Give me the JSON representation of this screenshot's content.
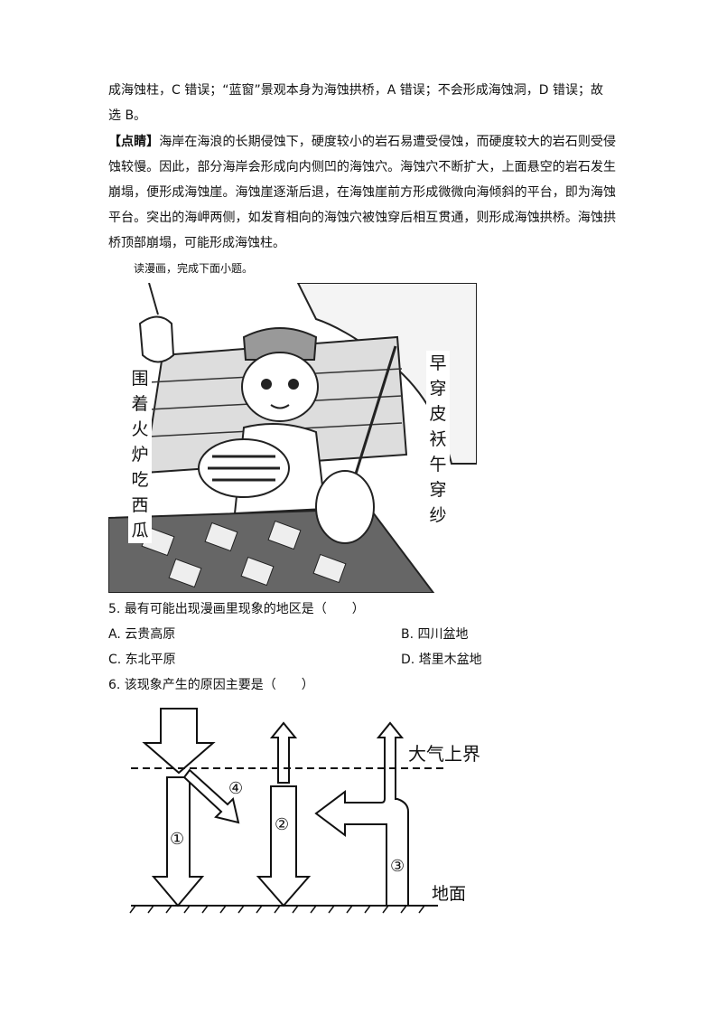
{
  "explanation": {
    "line1": "成海蚀柱，C 错误；“蓝窗”景观本身为海蚀拱桥，A 错误；不会形成海蚀洞，D 错误；故",
    "line2": "选 B。",
    "tip_label": "【点睛】",
    "tip_text": "海岸在海浪的长期侵蚀下，硬度较小的岩石易遭受侵蚀，而硬度较大的岩石则受侵蚀较慢。因此，部分海岸会形成向内侧凹的海蚀穴。海蚀穴不断扩大，上面悬空的岩石发生崩塌，便形成海蚀崖。海蚀崖逐渐后退，在海蚀崖前方形成微微向海倾斜的平台，即为海蚀平台。突出的海岬两侧，如发育相向的海蚀穴被蚀穿后相互贯通，则形成海蚀拱桥。海蚀拱桥顶部崩塌，可能形成海蚀柱。"
  },
  "instruction": "读漫画，完成下面小题。",
  "cartoon": {
    "left_caption": [
      "围",
      "着",
      "火",
      "炉",
      "吃",
      "西",
      "瓜"
    ],
    "right_caption": [
      "早",
      "穿",
      "皮",
      "袄",
      "午",
      "穿",
      "纱"
    ]
  },
  "questions": [
    {
      "stem": "5. 最有可能出现漫画里现象的地区是（　　）",
      "options": [
        "A. 云贵高原",
        "B. 四川盆地",
        "C. 东北平原",
        "D. 塔里木盆地"
      ]
    },
    {
      "stem": "6. 该现象产生的原因主要是（　　）"
    }
  ],
  "diagram": {
    "top_label": "大气上界",
    "ground_label": "地面",
    "arrow_labels": [
      "①",
      "②",
      "③",
      "④"
    ]
  }
}
